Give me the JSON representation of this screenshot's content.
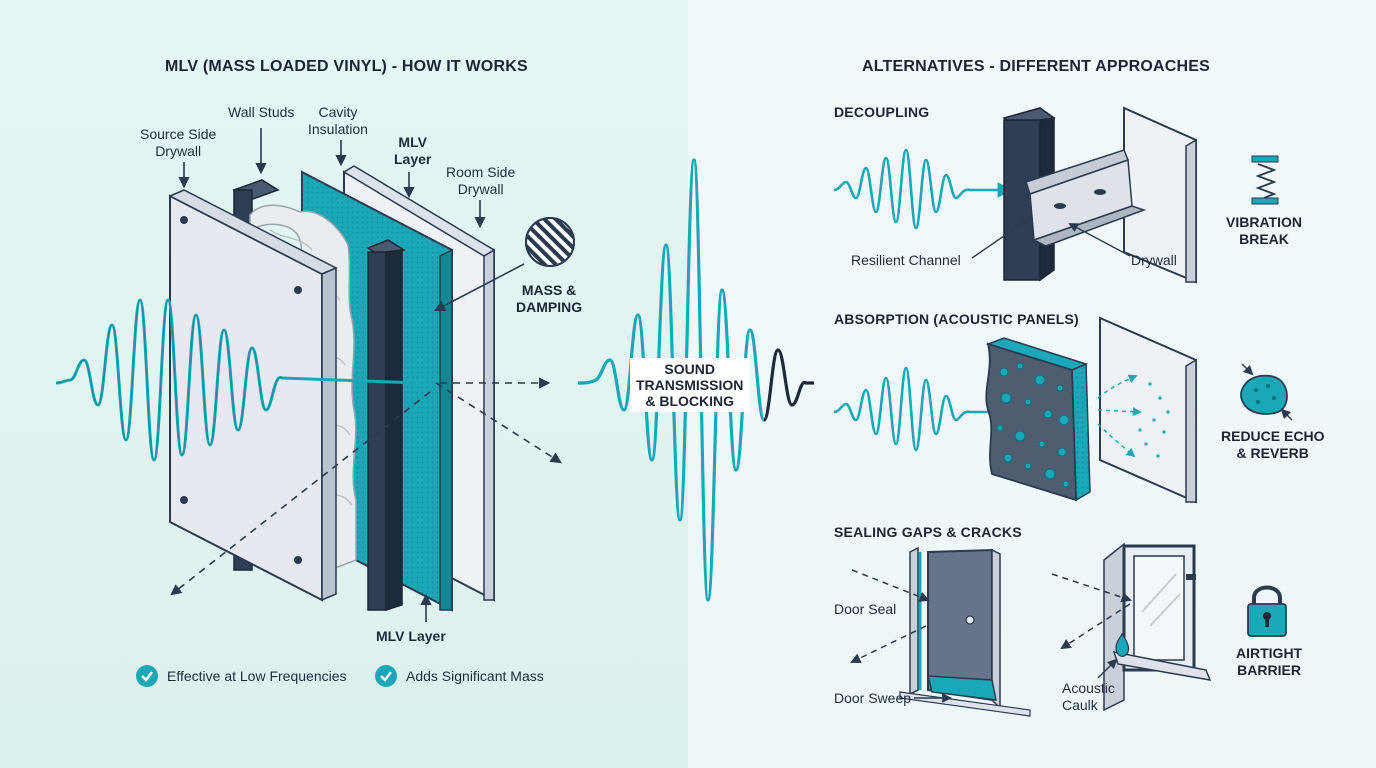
{
  "left": {
    "title": "MLV (MASS LOADED VINYL) - HOW IT WORKS",
    "labels": {
      "source_side_drywall": "Source Side\nDrywall",
      "wall_studs": "Wall Studs",
      "cavity_insulation": "Cavity\nInsulation",
      "mlv_layer_top": "MLV\nLayer",
      "room_side_drywall": "Room Side\nDrywall",
      "mass_damping": "MASS &\nDAMPING",
      "mlv_layer_bottom": "MLV Layer"
    },
    "benefits": [
      "Effective at Low Frequencies",
      "Adds Significant Mass"
    ]
  },
  "center": {
    "label": "SOUND\nTRANSMISSION\n& BLOCKING"
  },
  "right": {
    "title": "ALTERNATIVES - DIFFERENT APPROACHES",
    "sections": [
      {
        "title": "DECOUPLING",
        "labels": [
          "Resilient Channel",
          "Drywall"
        ],
        "caption": "VIBRATION\nBREAK",
        "icon": "spring-icon"
      },
      {
        "title": "ABSORPTION (ACOUSTIC PANELS)",
        "caption": "REDUCE ECHO\n& REVERB",
        "icon": "sponge-icon"
      },
      {
        "title": "SEALING GAPS & CRACKS",
        "labels": [
          "Door Seal",
          "Door Sweep",
          "Acoustic\nCaulk"
        ],
        "caption": "AIRTIGHT\nBARRIER",
        "icon": "padlock-icon"
      }
    ]
  },
  "colors": {
    "teal": "#1aa7b7",
    "navy": "#2a3a50",
    "panel_left": "#e4f6f5",
    "panel_right": "#f1f9fb"
  }
}
